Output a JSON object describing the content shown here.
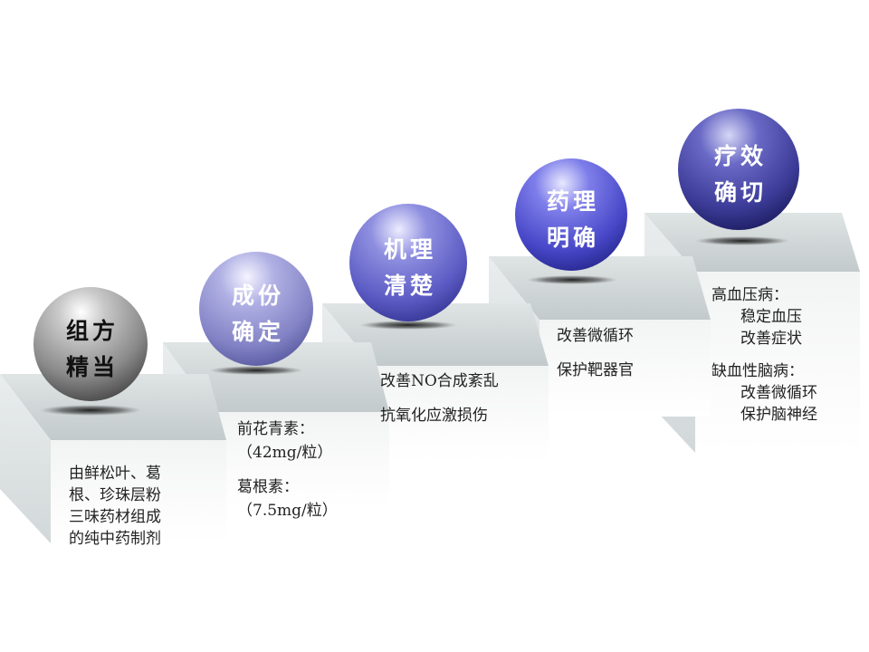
{
  "steps": [
    {
      "title_lines": [
        "组方",
        "精当"
      ],
      "color": "gray",
      "desc": [
        "由鲜松叶、葛",
        "根、珍珠层粉",
        "三味药材组成",
        "的纯中药制剂"
      ]
    },
    {
      "title_lines": [
        "成份",
        "确定"
      ],
      "color": "lavender",
      "desc": [
        "前花青素：",
        "（42mg/粒）",
        "葛根素：",
        "（7.5mg/粒）"
      ]
    },
    {
      "title_lines": [
        "机理",
        "清楚"
      ],
      "color": "violet",
      "desc": [
        "改善NO合成紊乱",
        "抗氧化应激损伤"
      ]
    },
    {
      "title_lines": [
        "药理",
        "明确"
      ],
      "color": "blue-violet",
      "desc": [
        "改善微循环",
        "保护靶器官"
      ]
    },
    {
      "title_lines": [
        "疗效",
        "确切"
      ],
      "color": "indigo",
      "desc": [
        "高血压病：",
        "稳定血压",
        "改善症状",
        "缺血性脑病：",
        "改善微循环",
        "保护脑神经"
      ]
    }
  ]
}
